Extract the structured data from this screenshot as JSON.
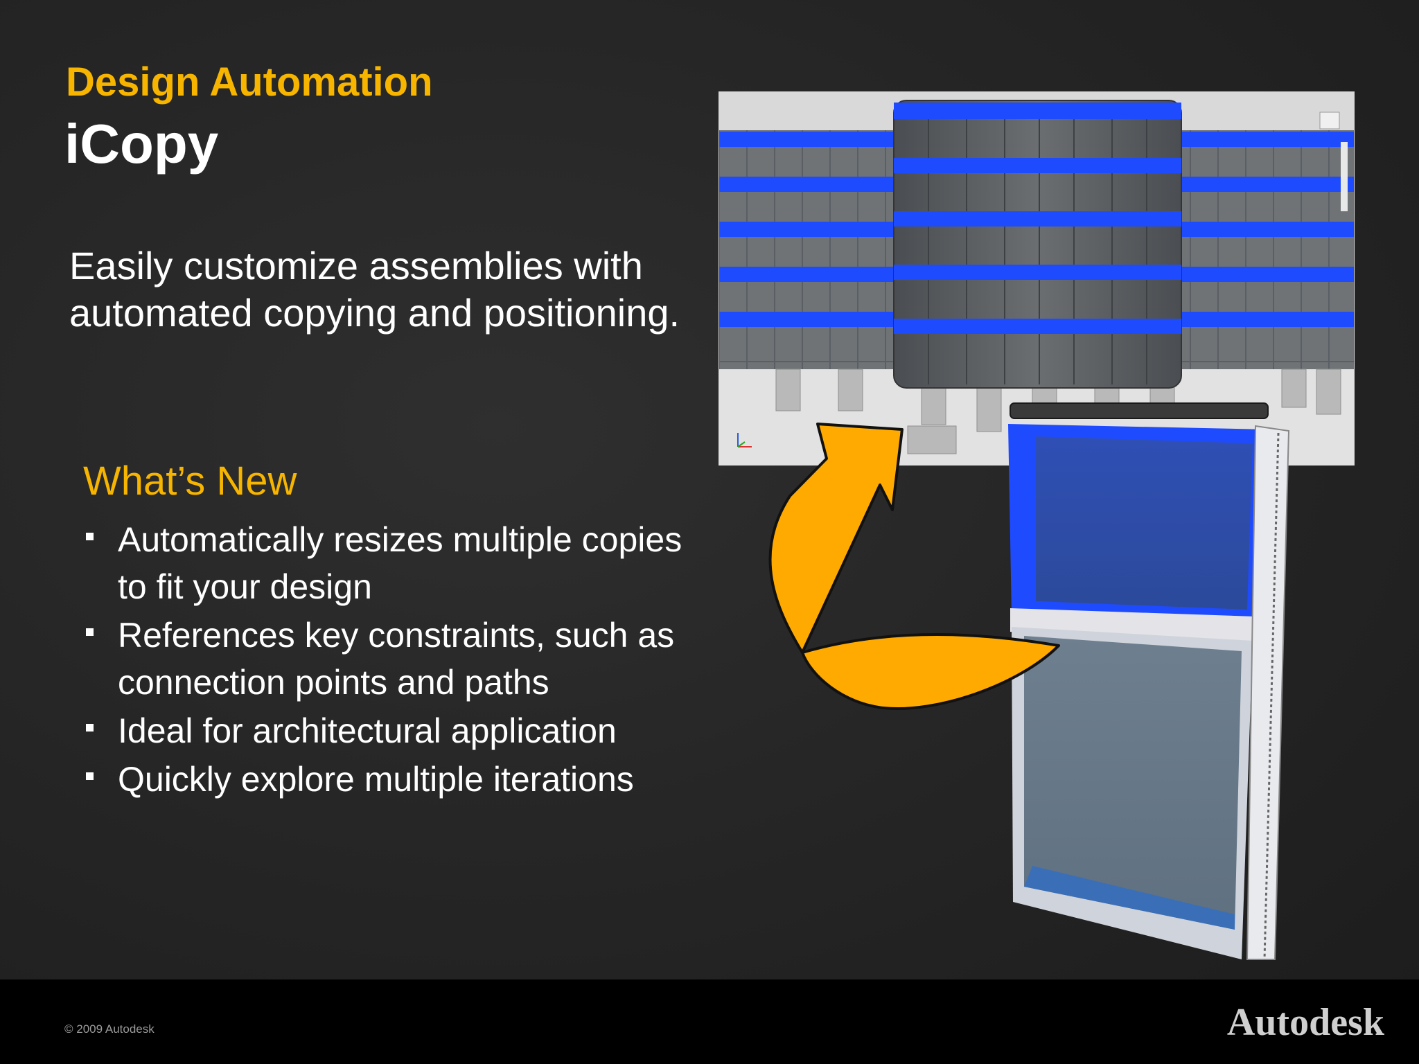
{
  "slide": {
    "kicker": "Design Automation",
    "title": "iCopy",
    "intro": "Easily customize assemblies with automated copying and positioning.",
    "whats_new": {
      "heading": "What’s New",
      "items": [
        "Automatically resizes multiple copies to fit your design",
        "References key constraints, such as connection points and paths",
        "Ideal for architectural application",
        "Quickly explore multiple iterations"
      ]
    }
  },
  "footer": {
    "copyright": "© 2009 Autodesk",
    "brand": "Autodesk"
  },
  "colors": {
    "accent": "#f7b500",
    "text": "#ffffff",
    "glass_blue": "#1f4bff",
    "arrow": "#ffaa00"
  },
  "icons": [
    "bullet-square-icon",
    "curved-arrow-icon",
    "axis-triad-icon"
  ]
}
